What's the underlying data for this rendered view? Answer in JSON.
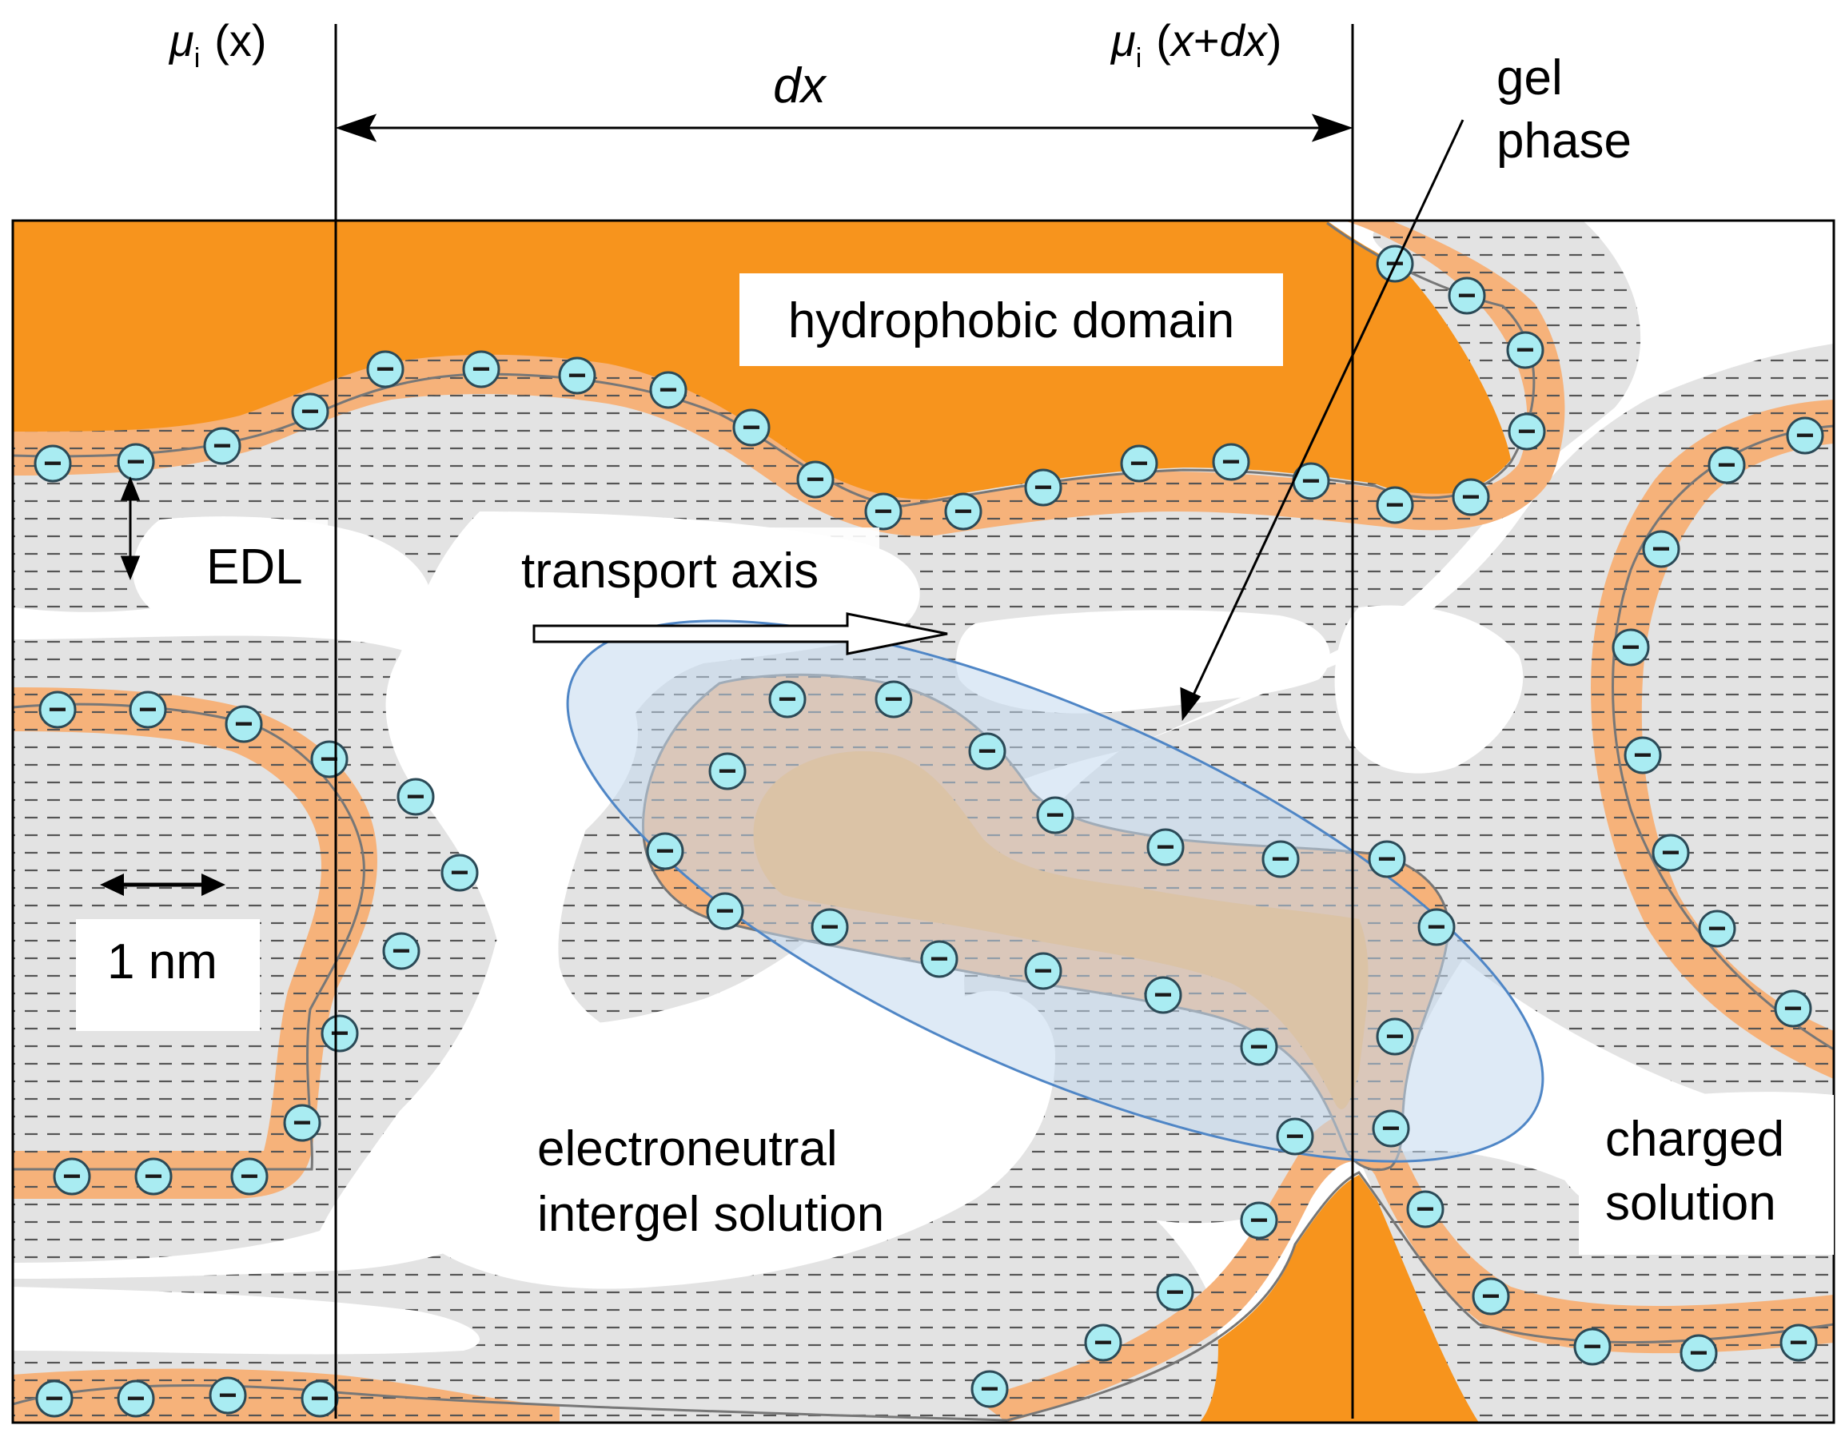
{
  "labels": {
    "mu_left_symbol": "μ",
    "mu_left_sub": "i",
    "mu_left_arg": "(x)",
    "mu_right_symbol": "μ",
    "mu_right_sub": "i",
    "mu_right_arg_open": "(",
    "mu_right_arg_x": "x",
    "mu_right_arg_plus": "+",
    "mu_right_arg_dx": "dx",
    "mu_right_arg_close": ")",
    "dx": "dx",
    "gel_phase_line1": "gel",
    "gel_phase_line2": "phase",
    "hydrophobic_domain": "hydrophobic domain",
    "edl": "EDL",
    "transport_axis": "transport axis",
    "one_nm": "1 nm",
    "electroneutral_line1": "electroneutral",
    "electroneutral_line2": "intergel solution",
    "charged_line1": "charged",
    "charged_line2": "solution"
  },
  "ion_symbol": "−",
  "colors": {
    "hydrophobic_orange": "#f7941d",
    "edl_orange": "#f6b27a",
    "gel_gray": "#e3e3e3",
    "ion_fill": "#a9ecf2",
    "ellipse_fill": "#c2d8ee",
    "ellipse_stroke": "#4f86c6"
  }
}
